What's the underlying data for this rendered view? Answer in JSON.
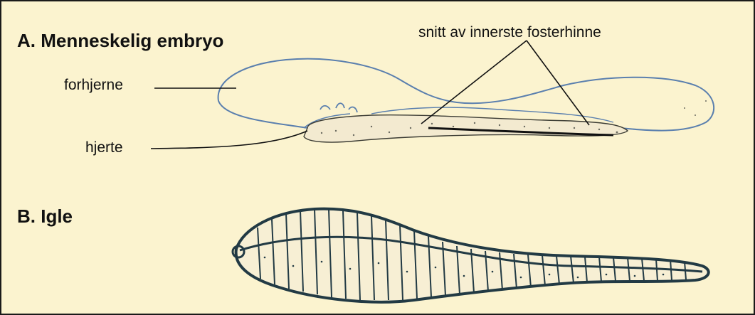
{
  "colors": {
    "background": "#fbf3cf",
    "frame": "#1a1a1a",
    "embryo_outline": "#5a7fae",
    "leech_outline": "#223a44",
    "stipple": "#6b6b60"
  },
  "panel_a": {
    "title": "A. Menneskelig embryo",
    "labels": {
      "forebrain": "forhjerne",
      "heart": "hjerte",
      "amnion": "snitt av innerste fosterhinne"
    }
  },
  "panel_b": {
    "title": "B. Igle"
  }
}
